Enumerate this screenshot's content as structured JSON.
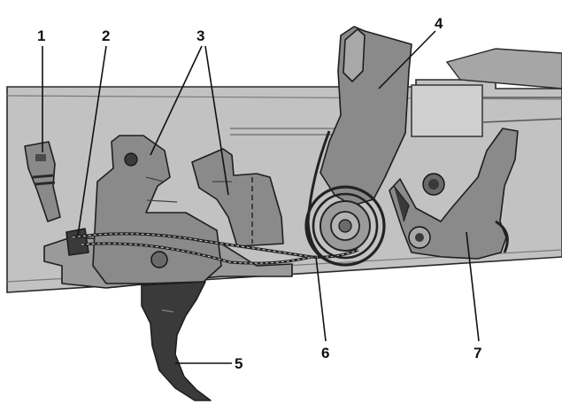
{
  "callouts": [
    {
      "id": "1",
      "label": "1"
    },
    {
      "id": "2",
      "label": "2"
    },
    {
      "id": "3",
      "label": "3"
    },
    {
      "id": "4",
      "label": "4"
    },
    {
      "id": "5",
      "label": "5"
    },
    {
      "id": "6",
      "label": "6"
    },
    {
      "id": "7",
      "label": "7"
    }
  ],
  "colors": {
    "background": "#ffffff",
    "receiver": "#c2c2c2",
    "part_fill": "#8a8a8a",
    "part_dark": "#4a4a4a",
    "outline": "#1e1e1e",
    "label": "#111111"
  }
}
